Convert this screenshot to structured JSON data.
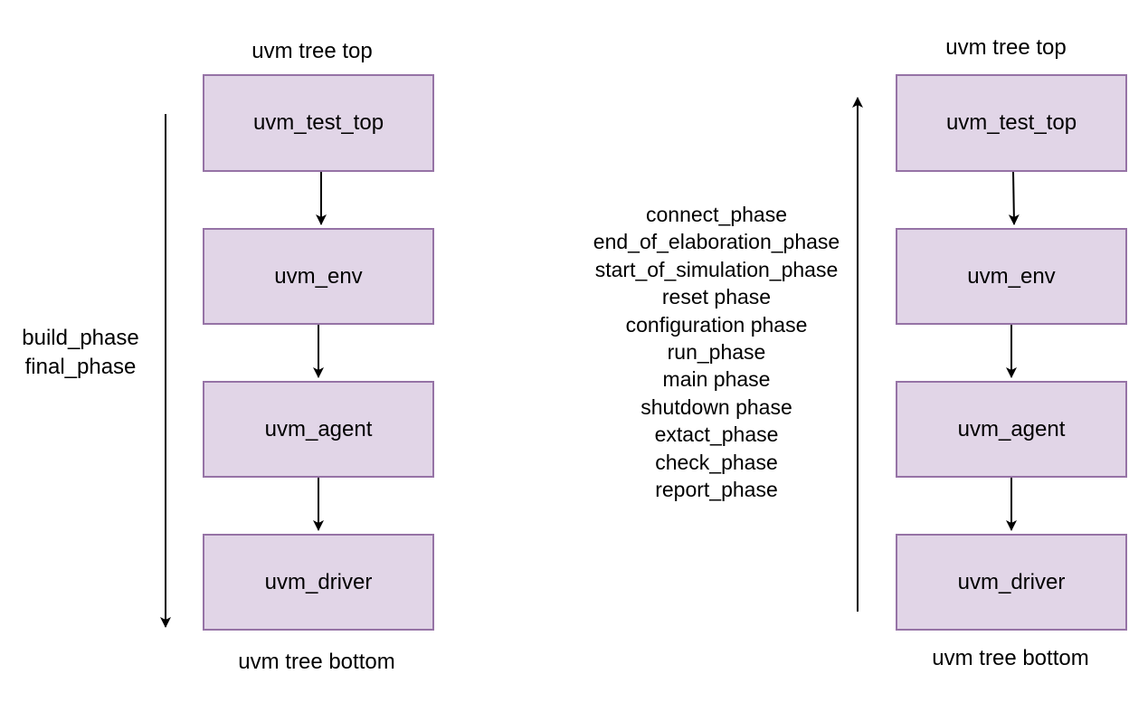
{
  "left_tree": {
    "top_label": "uvm tree top",
    "bottom_label": "uvm tree bottom",
    "nodes": [
      "uvm_test_top",
      "uvm_env",
      "uvm_agent",
      "uvm_driver"
    ],
    "phases": [
      "build_phase",
      "final_phase"
    ],
    "arrow_direction": "down"
  },
  "right_tree": {
    "top_label": "uvm tree top",
    "bottom_label": "uvm tree bottom",
    "nodes": [
      "uvm_test_top",
      "uvm_env",
      "uvm_agent",
      "uvm_driver"
    ],
    "phases": [
      "connect_phase",
      "end_of_elaboration_phase",
      "start_of_simulation_phase",
      "reset phase",
      "configuration phase",
      "run_phase",
      "main phase",
      "shutdown phase",
      "extact_phase",
      "check_phase",
      "report_phase"
    ],
    "arrow_direction": "up"
  },
  "colors": {
    "box_fill": "#e1d5e7",
    "box_border": "#9673a6",
    "line": "#000000"
  }
}
